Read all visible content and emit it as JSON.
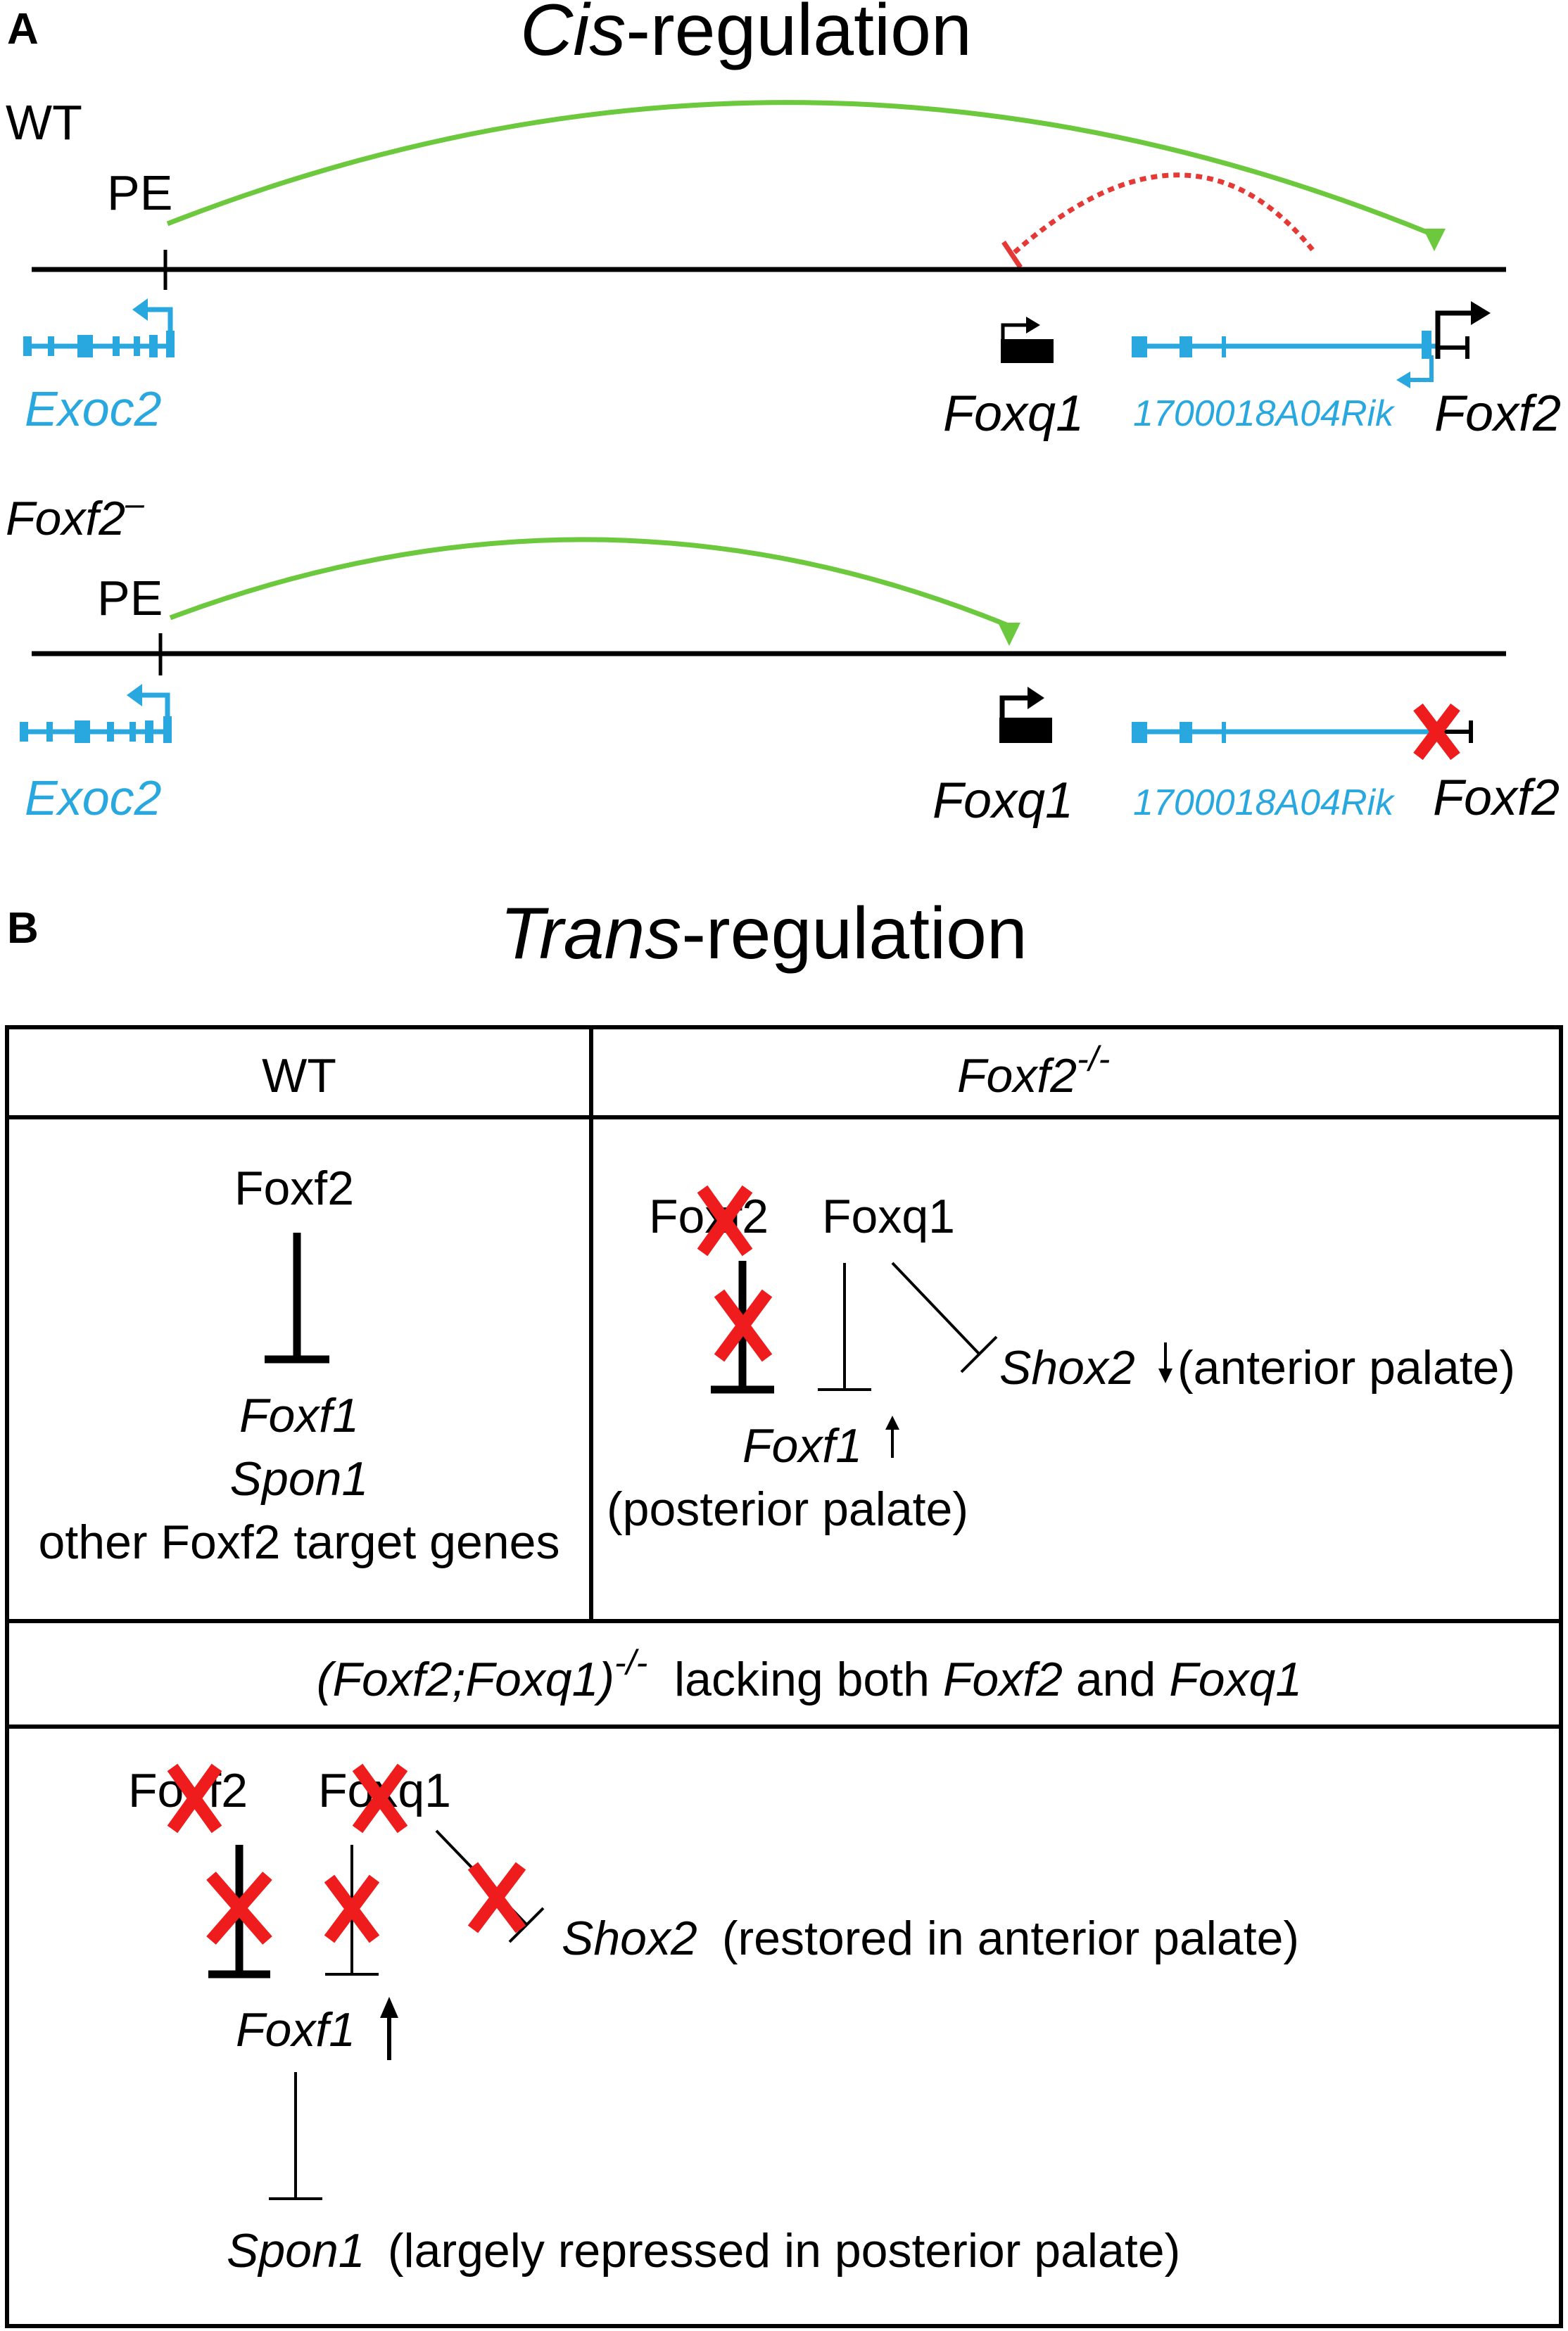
{
  "panel_a": {
    "letter": "A",
    "title_italic": "Cis",
    "title_rest": "-regulation",
    "wt": {
      "label": "WT",
      "pe_label": "PE",
      "exoc2": "Exoc2",
      "foxq1": "Foxq1",
      "rik": "1700018A04Rik",
      "foxf2": "Foxf2"
    },
    "mutant": {
      "label": "Foxf2",
      "label_sup": "–",
      "pe_label": "PE",
      "exoc2": "Exoc2",
      "foxq1": "Foxq1",
      "rik": "1700018A04Rik",
      "foxf2": "Foxf2"
    }
  },
  "panel_b": {
    "letter": "B",
    "title_italic": "Trans",
    "title_rest": "-regulation",
    "wt_header": "WT",
    "ko_header": "Foxf2",
    "ko_header_sup": "-/-",
    "wt_cell": {
      "foxf2": "Foxf2",
      "foxf1": "Foxf1",
      "spon1": "Spon1",
      "other": "other Foxf2 target genes"
    },
    "ko_cell": {
      "foxf2": "Foxf2",
      "foxq1": "Foxq1",
      "shox2": "Shox2",
      "shox2_note": "(anterior palate)",
      "foxf1": "Foxf1",
      "posterior": "(posterior palate)"
    },
    "double_header": {
      "genotype": "(Foxf2;Foxq1)",
      "genotype_sup": "-/-",
      "text1": "lacking both ",
      "foxf2": "Foxf2",
      "and": " and ",
      "foxq1": "Foxq1"
    },
    "double_cell": {
      "foxf2": "Foxf2",
      "foxq1": "Foxq1",
      "shox2": "Shox2",
      "shox2_note": " (restored in anterior palate)",
      "foxf1": "Foxf1",
      "spon1": "Spon1",
      "spon1_note": " (largely repressed in posterior palate)"
    }
  },
  "colors": {
    "gene_blue": "#29a8e0",
    "activation_green": "#6cc83c",
    "repression_red": "#e53935",
    "knockout_red": "#ee1c1c",
    "black": "#000000"
  }
}
